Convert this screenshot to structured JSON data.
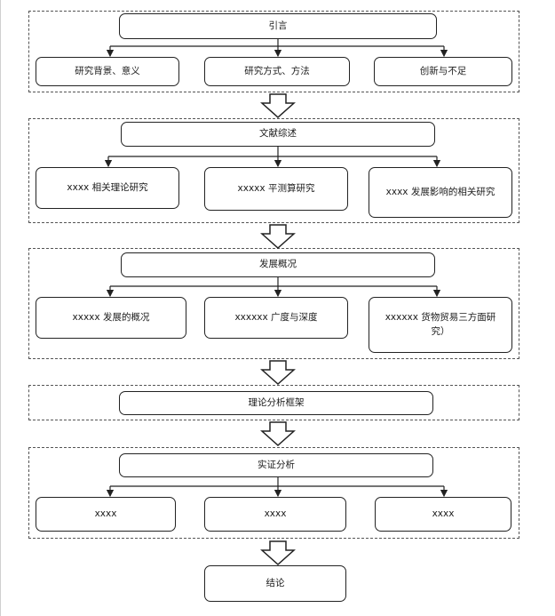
{
  "diagram": {
    "sections": [
      {
        "header": "引言",
        "items": [
          "研究背景、意义",
          "研究方式、方法",
          "创新与不足"
        ]
      },
      {
        "header": "文献综述",
        "items": [
          "xxxx 相关理论研究",
          "xxxxx 平测算研究",
          "xxxx 发展影响的相关研究"
        ]
      },
      {
        "header": "发展概况",
        "items": [
          "xxxxx 发展的概况",
          "xxxxxx 广度与深度",
          "xxxxxx 货物贸易三方面研究）"
        ]
      },
      {
        "header": "理论分析框架",
        "items": []
      },
      {
        "header": "实证分析",
        "items": [
          "xxxx",
          "xxxx",
          "xxxx"
        ]
      }
    ],
    "conclusion": "结论"
  }
}
